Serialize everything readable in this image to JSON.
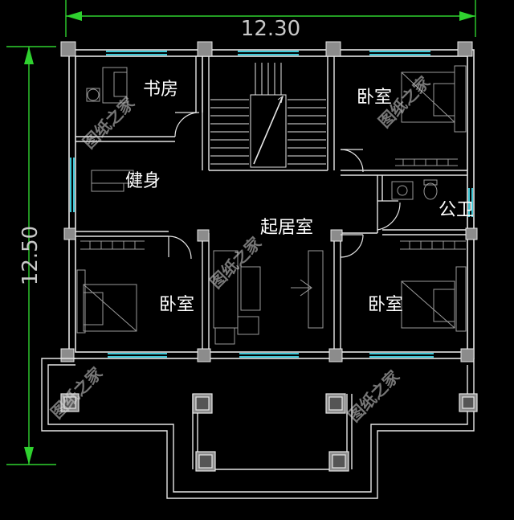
{
  "dimensions": {
    "width_label": "12.30",
    "height_label": "12.50"
  },
  "rooms": {
    "study": "书房",
    "gym": "健身",
    "bedroom_ne": "卧室",
    "living": "起居室",
    "bath": "公卫",
    "bedroom_sw": "卧室",
    "bedroom_se": "卧室"
  },
  "watermark": "图纸之家",
  "colors": {
    "wall": "#e6e6e6",
    "dimension": "#2fd12f",
    "window": "#3ec7d6",
    "furniture": "#9a9a9a",
    "text": "#ffffff"
  }
}
